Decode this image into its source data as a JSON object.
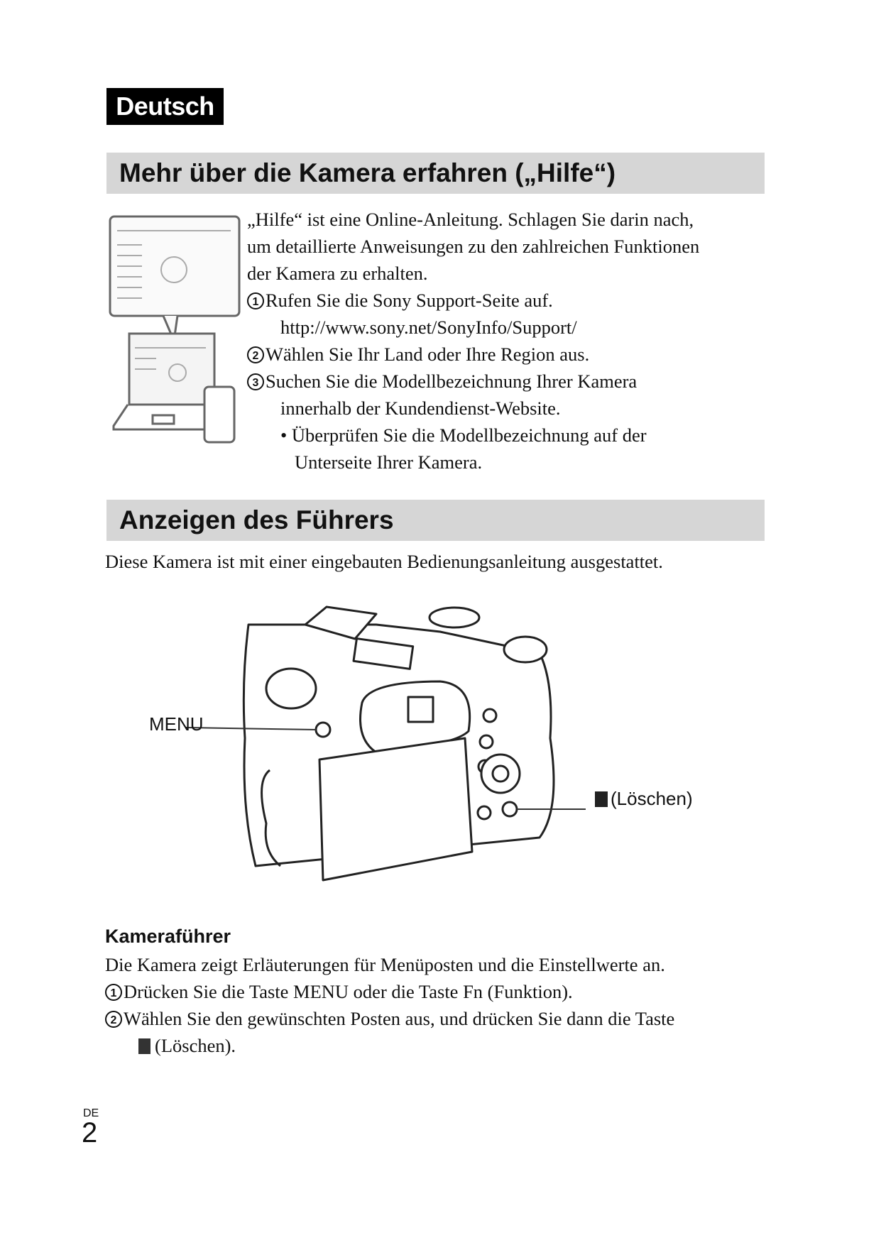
{
  "language_tab": "Deutsch",
  "section1": {
    "title": "Mehr über die Kamera erfahren („Hilfe“)",
    "intro": [
      "„Hilfe“ ist eine Online-Anleitung. Schlagen Sie darin nach,",
      "um detaillierte Anweisungen zu den zahlreichen Funktionen",
      "der Kamera zu erhalten."
    ],
    "steps": [
      {
        "num": "1",
        "text": "Rufen Sie die Sony Support-Seite auf."
      },
      {
        "num": "2",
        "text": "Wählen Sie Ihr Land oder Ihre Region aus."
      },
      {
        "num": "3",
        "text": "Suchen Sie die Modellbezeichnung Ihrer Kamera"
      }
    ],
    "url": "http://www.sony.net/SonyInfo/Support/",
    "step3_cont": "innerhalb der Kundendienst-Website.",
    "bullet": [
      "• Überprüfen Sie die Modellbezeichnung auf der",
      "Unterseite Ihrer Kamera."
    ]
  },
  "section2": {
    "title": "Anzeigen des Führers",
    "intro": "Diese Kamera ist mit einer eingebauten Bedienungsanleitung ausgestattet.",
    "callouts": {
      "menu": "MENU",
      "delete": "(Löschen)"
    },
    "subheading": "Kameraführer",
    "description": "Die Kamera zeigt Erläuterungen für Menüposten und die Einstellwerte an.",
    "steps": [
      {
        "num": "1",
        "text": "Drücken Sie die Taste MENU oder die Taste Fn (Funktion)."
      },
      {
        "num": "2",
        "text": "Wählen Sie den gewünschten Posten aus, und drücken Sie dann die Taste"
      }
    ],
    "step2_cont": "(Löschen)."
  },
  "footer": {
    "lang_code": "DE",
    "page_number": "2"
  }
}
